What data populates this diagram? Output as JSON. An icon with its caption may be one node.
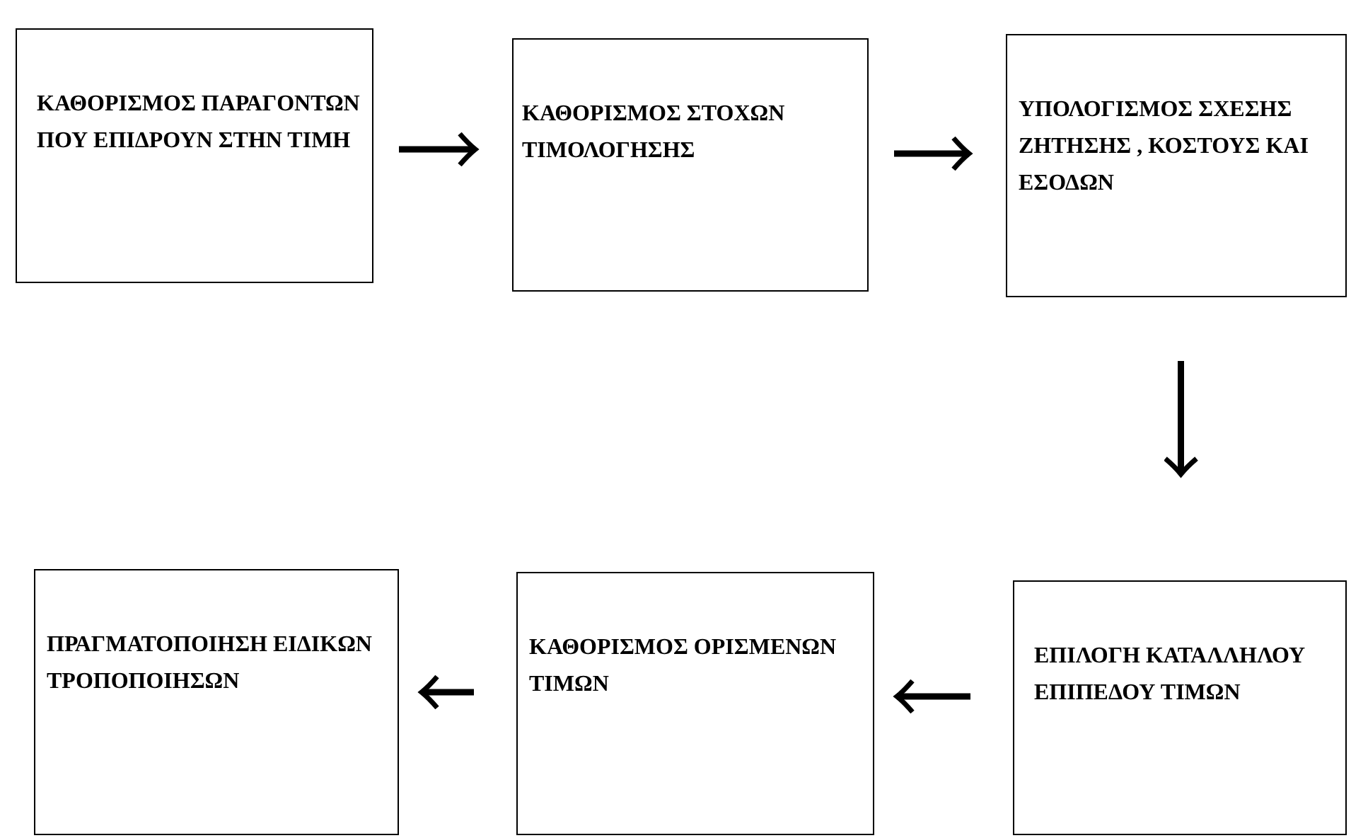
{
  "diagram": {
    "nodes": [
      {
        "text": [
          "ΚΑΘΟΡΙΣΜΟΣ ΠΑΡΑΓΟΝΤΩΝ ΠΟΥ ΕΠΙΔΡΟΥΝ ΣΤΗΝ ΤΙΜΗ"
        ]
      },
      {
        "text": [
          "ΚΑΘΟΡΙΣΜΟΣ ΣΤΟΧΩΝ ΤΙΜΟΛΟΓΗΣΗΣ"
        ]
      },
      {
        "text": [
          "ΥΠΟΛΟΓΙΣΜΟΣ ΣΧΕΣΗΣ ΖΗΤΗΣΗΣ , ΚΟΣΤΟΥΣ ΚΑΙ ΕΣΟΔΩΝ"
        ]
      },
      {
        "text": [
          "ΠΡΑΓΜΑΤΟΠΟΙΗΣΗ ΕΙΔΙΚΩΝ ΤΡΟΠΟΠΟΙΗΣΩΝ"
        ]
      },
      {
        "text": [
          "ΚΑΘΟΡΙΣΜΟΣ ΟΡΙΣΜΕΝΩΝ ΤΙΜΩΝ"
        ]
      },
      {
        "text": [
          "ΕΠΙΛΟΓΗ ΚΑΤΑΛΛΗΛΟΥ ΕΠΙΠΕΔΟΥ ΤΙΜΩΝ"
        ]
      }
    ],
    "edges": [
      {
        "from": 0,
        "to": 1,
        "arrow": "to"
      },
      {
        "from": 1,
        "to": 2,
        "arrow": "to"
      },
      {
        "from": 2,
        "to": 5,
        "arrow": "to"
      },
      {
        "from": 5,
        "to": 4,
        "arrow": "to"
      },
      {
        "from": 4,
        "to": 3,
        "arrow": "to"
      }
    ]
  }
}
